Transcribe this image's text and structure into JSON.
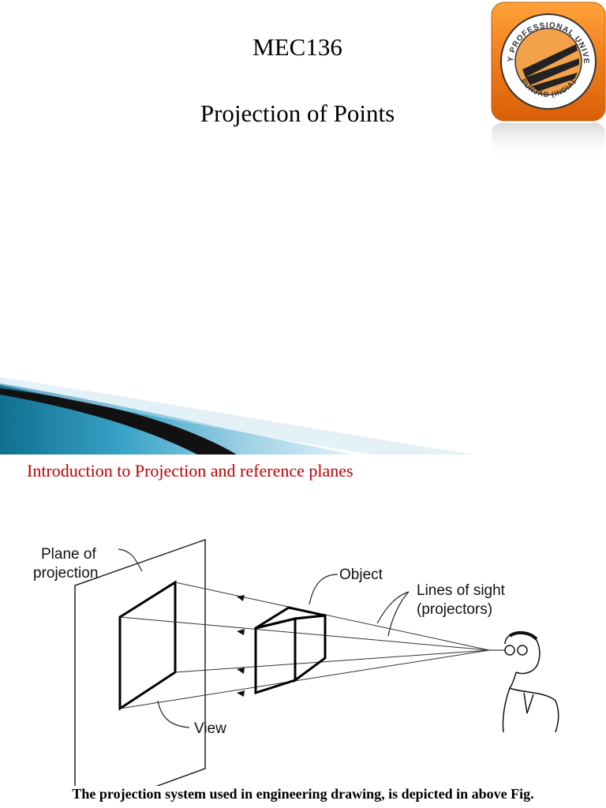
{
  "slide1": {
    "course_code": "MEC136",
    "title": "Projection of Points",
    "logo": {
      "text_top": "LOVELY PROFESSIONAL UNIVERSITY",
      "text_bottom": "PUNJAB (INDIA)",
      "accent_color": "#f07c1a"
    }
  },
  "slide2": {
    "heading": "Introduction to Projection and reference planes",
    "heading_color": "#c00000",
    "diagram": {
      "label_plane_line1": "Plane of",
      "label_plane_line2": "projection",
      "label_object": "Object",
      "label_sight_line1": "Lines of sight",
      "label_sight_line2": "(projectors)",
      "label_view": "View"
    },
    "caption": "The projection system used in engineering drawing, is depicted in above Fig."
  }
}
